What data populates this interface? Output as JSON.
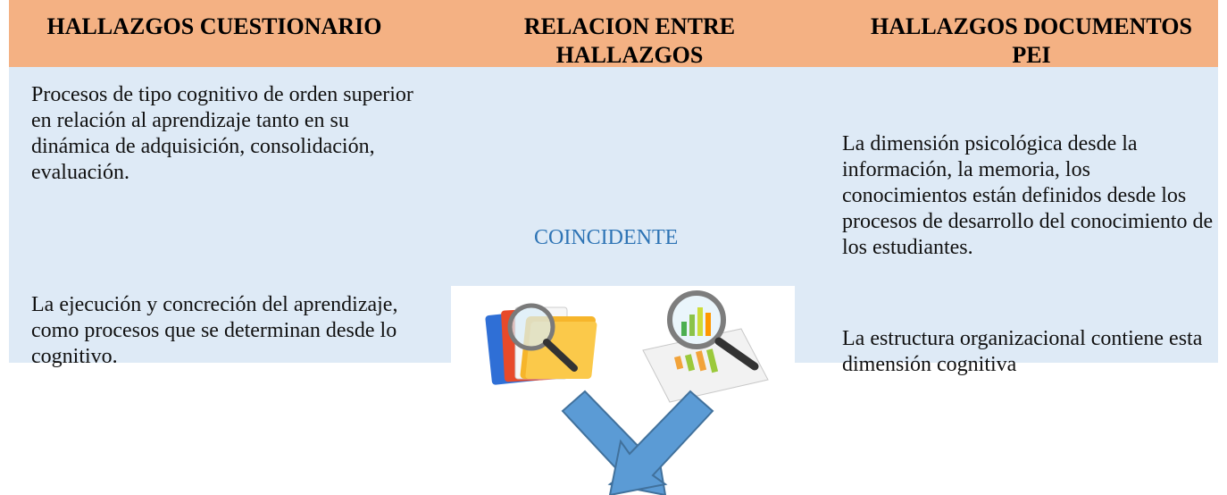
{
  "header": {
    "col1": "HALLAZGOS CUESTIONARIO",
    "col2": "RELACION ENTRE HALLAZGOS",
    "col3": "HALLAZGOS DOCUMENTOS PEI"
  },
  "questionnaire": {
    "finding1": "Procesos de tipo cognitivo de orden superior en relación al aprendizaje tanto en su dinámica de adquisición, consolidación, evaluación.",
    "finding2": "La ejecución y concreción del aprendizaje, como procesos que se determinan desde lo cognitivo."
  },
  "relation": {
    "label": "COINCIDENTE",
    "illustration_icons": [
      "folder-icon",
      "magnifier-icon",
      "bar-chart-icon",
      "arrow-down-right-icon",
      "arrow-down-left-icon"
    ]
  },
  "pei": {
    "finding1": "La dimensión psicológica desde la información, la memoria, los conocimientos están definidos desde los procesos de desarrollo del conocimiento de los estudiantes.",
    "finding2": "La estructura organizacional contiene esta dimensión cognitiva"
  },
  "colors": {
    "header_bg": "#f4b183",
    "body_bg": "#deeaf6",
    "relation_text": "#2e74b5",
    "arrow": "#5b9bd5"
  }
}
